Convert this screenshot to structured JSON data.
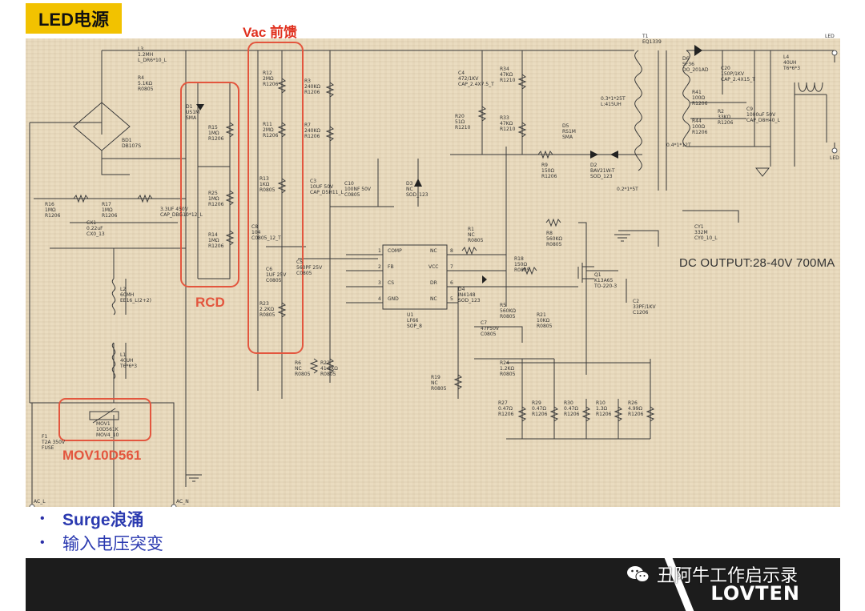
{
  "title": "LED电源",
  "callouts": {
    "vac": "Vac 前馈",
    "rcd": "RCD",
    "mov": "MOV10D561"
  },
  "dc_output": "DC OUTPUT:28-40V 700MA",
  "bullets": [
    "Surge浪涌",
    "输入电压突变"
  ],
  "watermark": "丑阿牛工作启示录",
  "logo": "LOVTEN",
  "colors": {
    "title_bg": "#f2c200",
    "callout": "#e3563e",
    "bullet": "#2b3ab0",
    "footer": "#1c1c1c"
  },
  "schematic_labels": {
    "l3": "L3",
    "l3v": "1.2MH",
    "l3t": "L_DR6*10_L",
    "r4": "R4",
    "r4v": "5.1KΩ",
    "r4t": "R0805",
    "bd1": "BD1",
    "bd1v": "DB107S",
    "r16": "R16",
    "r16v": "1MΩ",
    "r16t": "R1206",
    "r17": "R17",
    "r17v": "1MΩ",
    "r17t": "R1206",
    "cx1": "CX1",
    "cx1v": "0.22uF",
    "cx1t": "CX0_13",
    "l2": "L2",
    "l2v": "60MH",
    "l2t": "EE16_L(2+2)",
    "l1": "L1",
    "l1v": "40UH",
    "l1t": "T6*6*3",
    "mov1": "MOV1",
    "mov1v": "10D561K",
    "mov1t": "MOV4_10",
    "f1": "F1",
    "f1v": "T2A 350V",
    "f1t": "FUSE",
    "acl": "AC_L",
    "acn": "AC_N",
    "d1": "D1",
    "d1v": "US1M",
    "d1t": "SMA",
    "r15": "R15",
    "r15v": "1MΩ",
    "r15t": "R1206",
    "r25": "R25",
    "r25v": "1MΩ",
    "r25t": "R1206",
    "r14": "R14",
    "r14v": "1MΩ",
    "r14t": "R1206",
    "c1": "3.3UF 450V",
    "c1t": "CAP_DBG10*12_L",
    "c8": "C8",
    "c8v": "104",
    "c8t": "C0805_12_T",
    "c6": "C6",
    "c6v": "1UF 25V",
    "c6t": "C0805",
    "r12": "R12",
    "r12v": "2MΩ",
    "r12t": "R1206",
    "r11": "R11",
    "r11v": "2MΩ",
    "r11t": "R1206",
    "r13": "R13",
    "r13v": "1KΩ",
    "r13t": "R0805",
    "r23": "R23",
    "r23v": "2.2KΩ",
    "r23t": "R0805",
    "r3": "R3",
    "r3v": "240KΩ",
    "r3t": "R1206",
    "r7": "R7",
    "r7v": "240KΩ",
    "r7t": "R1206",
    "c3": "C3",
    "c3v": "10UF 50V",
    "c3t": "CAP_D5H11_L",
    "c10": "C10",
    "c10v": "100NF 50V",
    "c10t": "C0805",
    "d3": "D3",
    "d3v": "NC",
    "d3t": "SOD_123",
    "c5": "C5",
    "c5v": "560PF 25V",
    "c5t": "C0805",
    "r6": "R6",
    "r6v": "NC",
    "r6t": "R0805",
    "r22": "R22",
    "r22v": "41.2KΩ",
    "r22t": "R0805",
    "r19": "R19",
    "r19v": "NC",
    "r19t": "R0805",
    "u1": "U1",
    "u1v": "LF66",
    "u1t": "SOP_8",
    "p_comp": "COMP",
    "p_fb": "FB",
    "p_cs": "CS",
    "p_gnd": "GND",
    "p_nc1": "NC",
    "p_vcc": "VCC",
    "p_dr": "DR",
    "p_nc2": "NC",
    "pin1": "1",
    "pin2": "2",
    "pin3": "3",
    "pin4": "4",
    "pin8": "8",
    "pin7": "7",
    "pin6": "6",
    "pin5": "5",
    "r1": "R1",
    "r1v": "NC",
    "r1t": "R0805",
    "d4": "D4",
    "d4v": "IN4148",
    "d4t": "SOD_123",
    "r18": "R18",
    "r18v": "150Ω",
    "r18t": "R0805",
    "r8": "R8",
    "r8v": "560KΩ",
    "r8t": "R0805",
    "r5": "R5",
    "r5v": "560KΩ",
    "r5t": "R0805",
    "r9": "R9",
    "r9v": "150Ω",
    "r9t": "R1206",
    "d5": "D5",
    "d5v": "RS1M",
    "d5t": "SMA",
    "d2": "D2",
    "d2v": "BAV21W-T",
    "d2t": "SOD_123",
    "q1": "Q1",
    "q1v": "K13A65",
    "q1t": "TO-220-3",
    "c2": "C2",
    "c2v": "33PF/1KV",
    "c2t": "C1206",
    "c7": "C7",
    "c7v": "47P50V",
    "c7t": "C0805",
    "r21": "R21",
    "r21v": "10KΩ",
    "r21t": "R0805",
    "r24": "R24",
    "r24v": "1.2KΩ",
    "r24t": "R0805",
    "r27": "R27",
    "r27v": "0.47Ω",
    "r27t": "R1206",
    "r29": "R29",
    "r29v": "0.47Ω",
    "r29t": "R1206",
    "r30": "R30",
    "r30v": "0.47Ω",
    "r30t": "R1206",
    "r10": "R10",
    "r10v": "1.3Ω",
    "r10t": "R1206",
    "r26": "R26",
    "r26v": "4.99Ω",
    "r26t": "R1206",
    "c4": "C4",
    "c4v": "472/1KV",
    "c4t": "CAP_2.4X7.5_T",
    "r34": "R34",
    "r34v": "47KΩ",
    "r34t": "R1210",
    "r20": "R20",
    "r20v": "51Ω",
    "r20t": "R1210",
    "r33": "R33",
    "r33v": "47KΩ",
    "r33t": "R1210",
    "t1": "T1",
    "t1v": "EQ1339",
    "t1p": "0.3*1*25T",
    "t1l": "L:415UH",
    "t1a": "0.2*1*5T",
    "t1s": "0.4*1*12T",
    "d6": "D6",
    "d6v": "SF36",
    "d6t": "DO_201AD",
    "c20": "C20",
    "c20v": "150P/1KV",
    "c20t": "CAP_2.4X15_T",
    "r41": "R41",
    "r41v": "100Ω",
    "r41t": "R1206",
    "r44": "R44",
    "r44v": "100Ω",
    "r44t": "R1206",
    "r2": "R2",
    "r2v": "33KΩ",
    "r2t": "R1206",
    "c9": "C9",
    "c9v": "1000uF 50V",
    "c9t": "CAP_D8H40_L",
    "l4": "L4",
    "l4v": "40UH",
    "l4t": "T6*6*3",
    "cy1": "CY1",
    "cy1v": "332M",
    "cy1t": "CY0_10_L",
    "led_p": "LED",
    "led_n": "LED"
  }
}
